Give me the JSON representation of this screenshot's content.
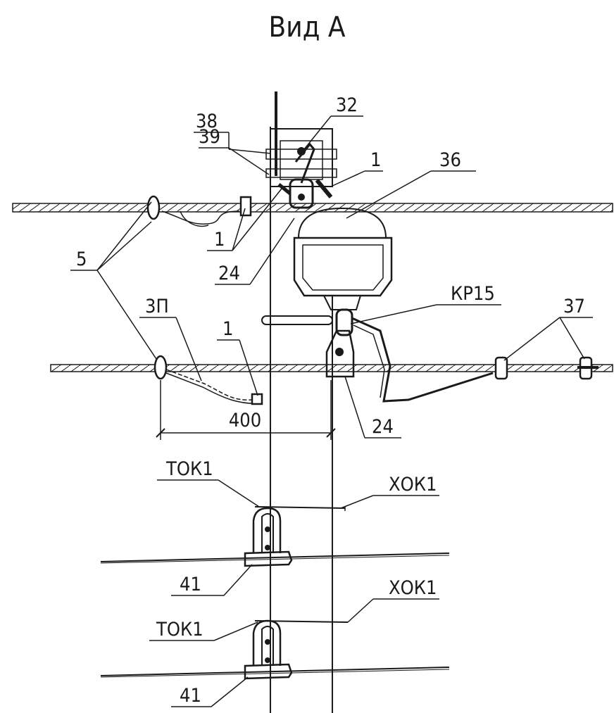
{
  "title": "Вид А",
  "callouts": {
    "c38": "38",
    "c39": "39",
    "c32": "32",
    "c1_top": "1",
    "c36": "36",
    "c5": "5",
    "c1_left": "1",
    "c24_top": "24",
    "c3p": "3П",
    "ckp15": "КР15",
    "c37": "37",
    "c1_mid": "1",
    "c24_mid": "24",
    "dim400": "400",
    "ctok1_a": "ТОК1",
    "cxok1_a": "ХОК1",
    "c41_a": "41",
    "cxok1_b": "ХОК1",
    "ctok1_b": "ТОК1",
    "c41_b": "41"
  },
  "colors": {
    "line": "#1a1a1a",
    "background": "#ffffff"
  }
}
